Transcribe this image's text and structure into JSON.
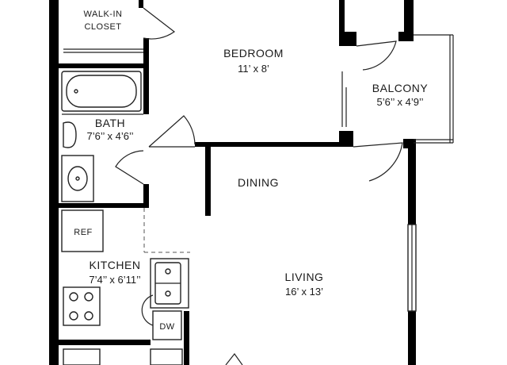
{
  "rooms": {
    "walk_in_closet": {
      "line1": "WALK-IN",
      "line2": "CLOSET"
    },
    "bedroom": {
      "name": "BEDROOM",
      "dims": "11’ x 8’"
    },
    "balcony": {
      "name": "BALCONY",
      "dims": "5’6’’ x 4’9’’"
    },
    "bath": {
      "name": "BATH",
      "dims": "7’6’’ x 4’6’’"
    },
    "dining": {
      "name": "DINING"
    },
    "living": {
      "name": "LIVING",
      "dims": "16’ x 13’"
    },
    "kitchen": {
      "name": "KITCHEN",
      "dims": "7’4’’ x 6’11’’"
    }
  },
  "appliances": {
    "refrigerator": "REF",
    "dishwasher": "DW"
  },
  "colors": {
    "wall": "#000000",
    "line": "#222222",
    "background": "#ffffff"
  }
}
